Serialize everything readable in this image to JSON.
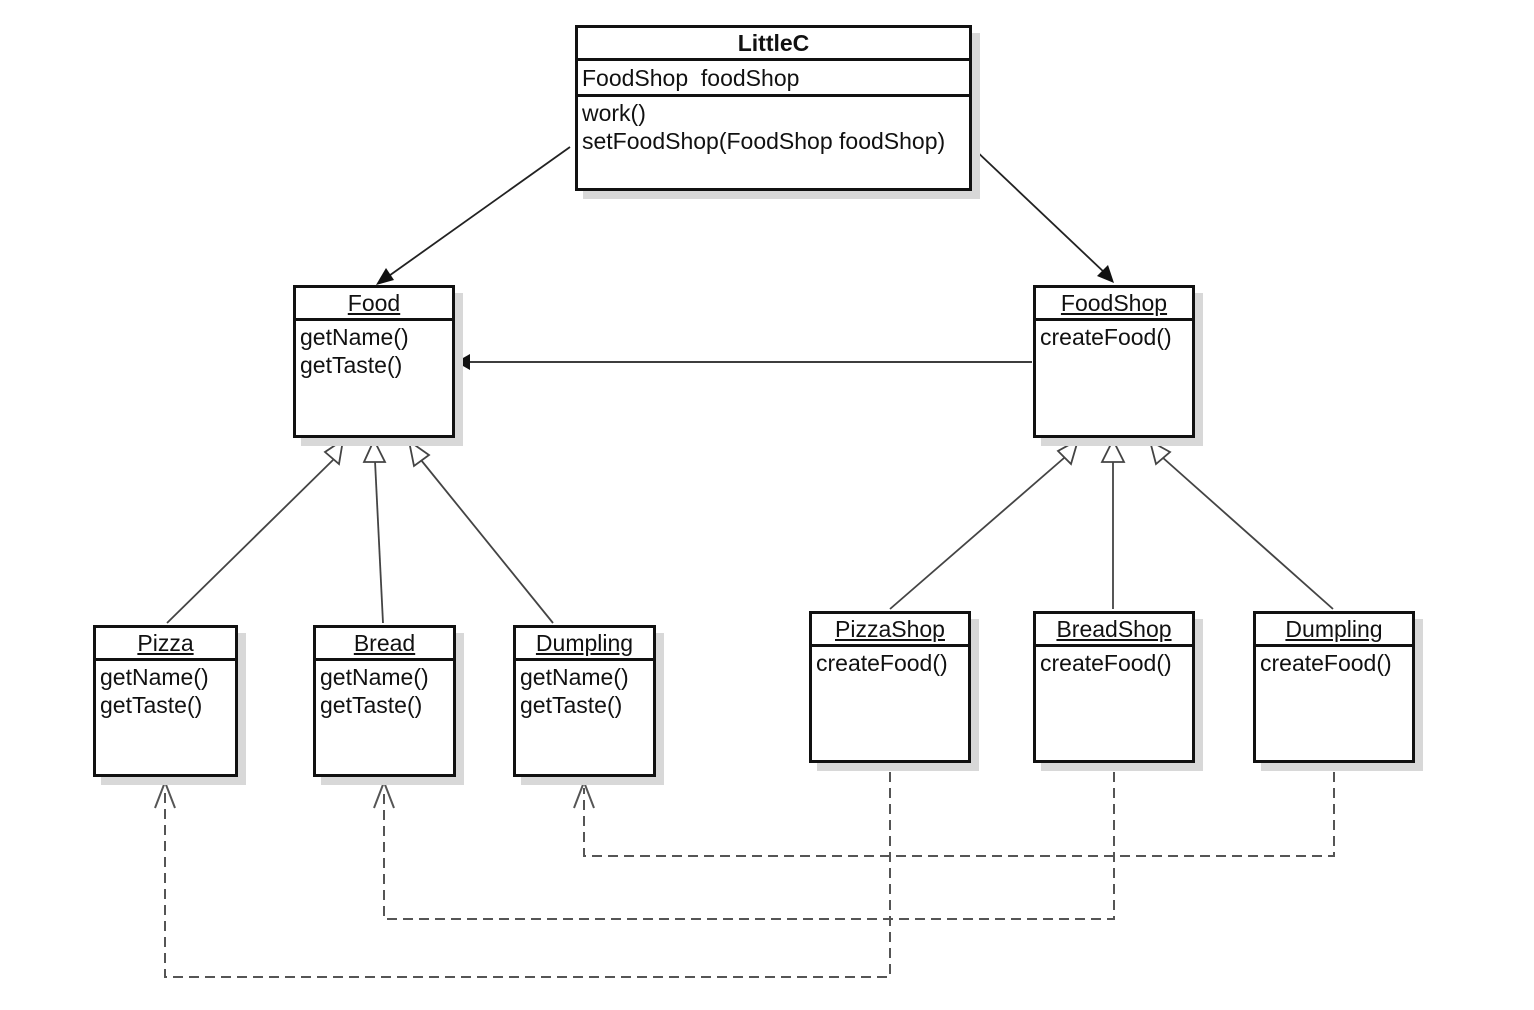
{
  "classes": {
    "littlec": {
      "name": "LittleC",
      "attributes": [
        "FoodShop  foodShop"
      ],
      "methods": [
        "work()",
        "setFoodShop(FoodShop foodShop)"
      ]
    },
    "food": {
      "name": "Food",
      "methods": [
        "getName()",
        "getTaste()"
      ]
    },
    "foodshop": {
      "name": "FoodShop",
      "methods": [
        "createFood()"
      ]
    },
    "pizza": {
      "name": "Pizza",
      "methods": [
        "getName()",
        "getTaste()"
      ]
    },
    "bread": {
      "name": "Bread",
      "methods": [
        "getName()",
        "getTaste()"
      ]
    },
    "dumpling": {
      "name": "Dumpling",
      "methods": [
        "getName()",
        "getTaste()"
      ]
    },
    "pizzashop": {
      "name": "PizzaShop",
      "methods": [
        "createFood()"
      ]
    },
    "breadshop": {
      "name": "BreadShop",
      "methods": [
        "createFood()"
      ]
    },
    "dumplingshop": {
      "name": "Dumpling",
      "methods": [
        "createFood()"
      ]
    }
  },
  "relations": [
    {
      "type": "association",
      "from": "LittleC",
      "to": "Food"
    },
    {
      "type": "association",
      "from": "LittleC",
      "to": "FoodShop"
    },
    {
      "type": "association",
      "from": "FoodShop",
      "to": "Food"
    },
    {
      "type": "generalization",
      "from": "Pizza",
      "to": "Food"
    },
    {
      "type": "generalization",
      "from": "Bread",
      "to": "Food"
    },
    {
      "type": "generalization",
      "from": "Dumpling",
      "to": "Food"
    },
    {
      "type": "generalization",
      "from": "PizzaShop",
      "to": "FoodShop"
    },
    {
      "type": "generalization",
      "from": "BreadShop",
      "to": "FoodShop"
    },
    {
      "type": "generalization",
      "from": "Dumpling",
      "to": "FoodShop"
    },
    {
      "type": "dependency",
      "from": "PizzaShop",
      "to": "Pizza"
    },
    {
      "type": "dependency",
      "from": "BreadShop",
      "to": "Bread"
    },
    {
      "type": "dependency",
      "from": "Dumpling",
      "to": "Dumpling"
    }
  ]
}
